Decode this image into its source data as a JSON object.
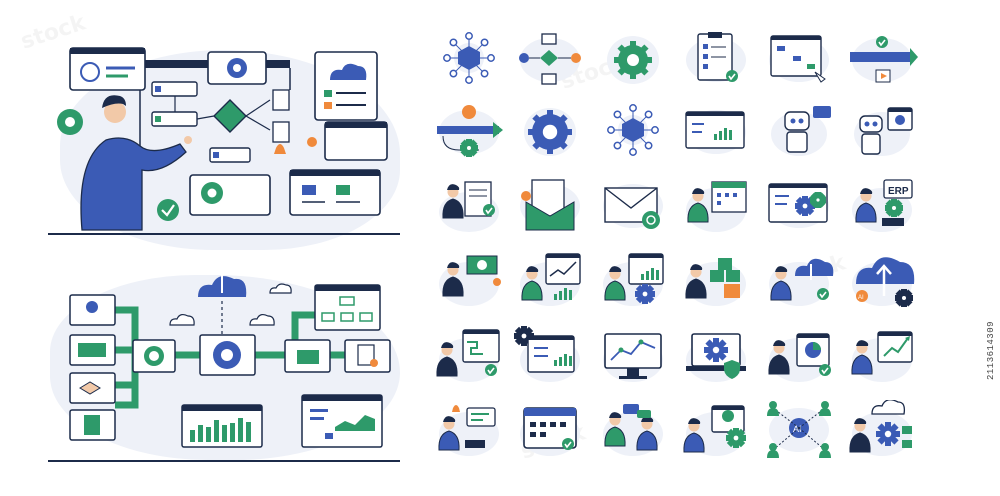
{
  "stock_id": "2113614309",
  "watermark_text": "stock",
  "colors": {
    "navy": "#1c2b4a",
    "blue": "#3b5bb5",
    "green": "#2e9a6a",
    "orange": "#f08a3c",
    "light_bg": "#eef1f8",
    "cloud_blue": "#3b5bb5"
  },
  "scene_a": {
    "label_erp": "ERP"
  },
  "icons": [
    "network-hub-icon",
    "flowchart-icon",
    "gear-icon",
    "checklist-clipboard-icon",
    "workflow-window-click-icon",
    "process-arrow-cycle-icon",
    "idea-process-icon",
    "gear-large-icon",
    "network-hub-icon-2",
    "analytics-window-icon",
    "robot-chat-icon",
    "robot-ai-icon",
    "person-document-icon",
    "email-open-icon",
    "email-at-icon",
    "person-calendar-icon",
    "window-gears-icon",
    "person-erp-icon",
    "person-money-icon",
    "person-chart-icon",
    "person-growth-icon",
    "person-boxes-icon",
    "person-cloud-download-icon",
    "cloud-upload-ai-icon",
    "person-laptop-check-icon",
    "document-chart-icon",
    "monitor-graph-icon",
    "laptop-shield-gear-icon",
    "person-pie-chart-icon",
    "person-trend-icon",
    "person-notification-icon",
    "calendar-check-icon",
    "team-chat-icon",
    "person-gear-screen-icon",
    "ai-network-people-icon",
    "person-cloud-gear-icon"
  ],
  "erp_label": "ERP",
  "ai_label": "AI"
}
